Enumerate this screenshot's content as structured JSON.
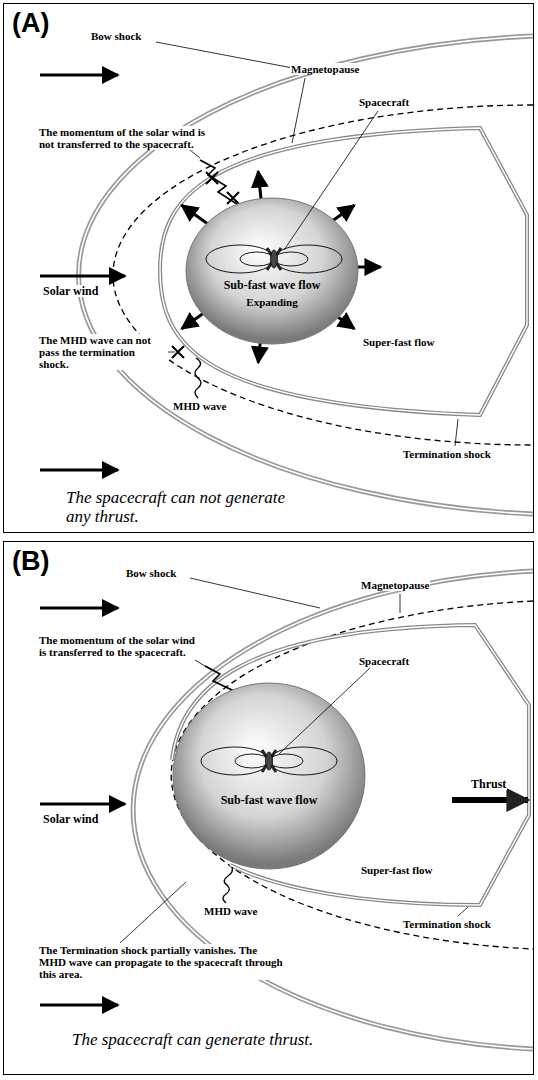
{
  "diagram": {
    "nodes": [
      {
        "text": [
          "(A)",
          "The spacecraft can not generate any thrust."
        ]
      },
      {
        "text": [
          "Sub-fast wave flow",
          "Expanding"
        ],
        "in": 0
      },
      {
        "text": [
          "(B)",
          "The spacecraft can generate thrust."
        ]
      },
      {
        "text": [
          "Sub-fast wave flow"
        ],
        "in": 2
      }
    ],
    "edges": [],
    "labels": [
      "Bow shock",
      "Magnetopause",
      "Spacecraft",
      "The momentum of the solar wind is not transferred to the spacecraft.",
      "Solar wind",
      "Super-fast flow",
      "The MHD wave can not pass the termination shock.",
      "MHD wave",
      "Termination shock",
      "Bow shock",
      "Magnetopause",
      "The momentum of the solar wind is transferred to the spacecraft.",
      "Spacecraft",
      "Solar wind",
      "Thrust",
      "Super-fast flow",
      "MHD wave",
      "Termination shock",
      "The Termination shock partially vanishes. The MHD wave can propagate to the spacecraft through this area."
    ]
  }
}
